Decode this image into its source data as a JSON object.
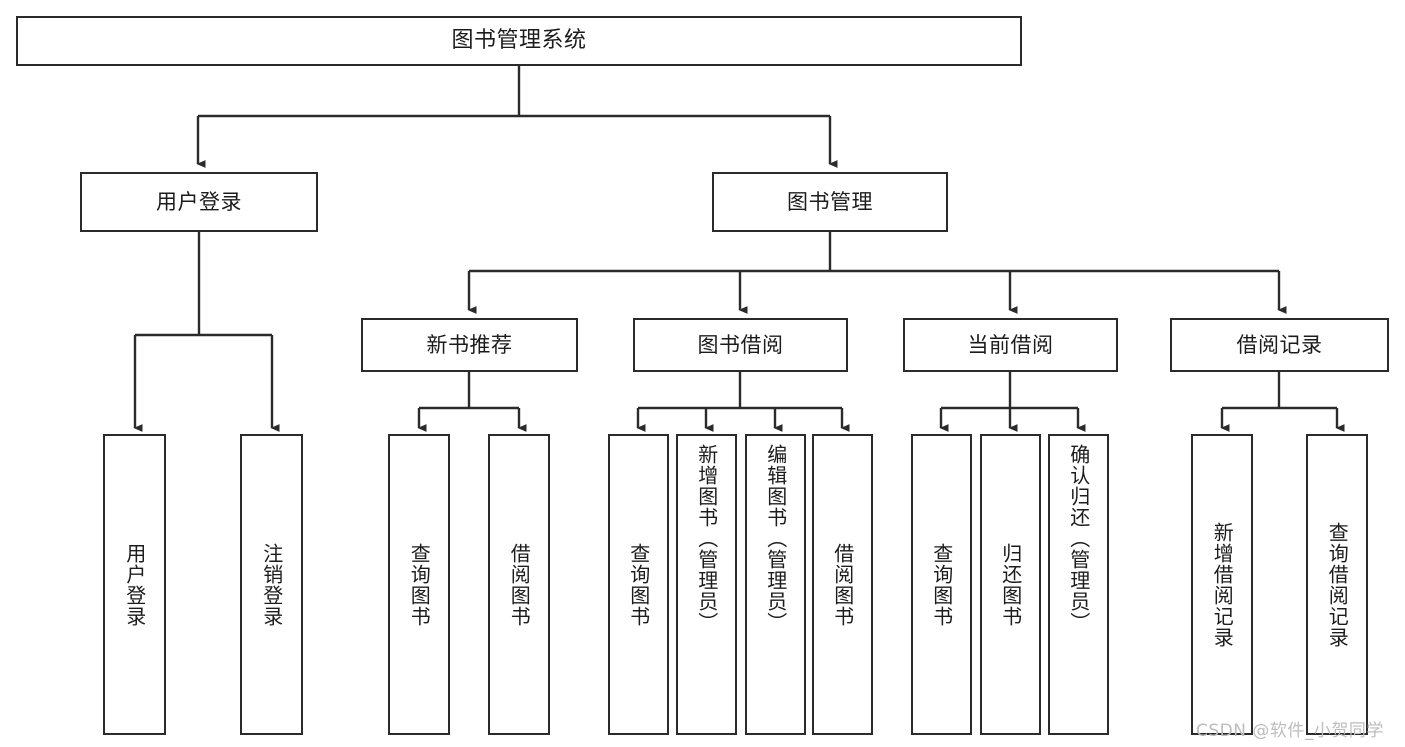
{
  "diagram": {
    "title": "图书管理系统",
    "type": "hierarchy-tree",
    "watermark": "CSDN @软件_小贺同学",
    "colors": {
      "stroke": "#2b2b2b",
      "fill": "#ffffff",
      "text": "#1c1c1c",
      "watermark": "#bdbdbd"
    },
    "nodes": {
      "root": {
        "label": "图书管理系统"
      },
      "level2": [
        {
          "id": "user-login",
          "label": "用户登录"
        },
        {
          "id": "book-manage",
          "label": "图书管理"
        }
      ],
      "level3": [
        {
          "id": "new-book-recommend",
          "label": "新书推荐"
        },
        {
          "id": "book-borrow",
          "label": "图书借阅"
        },
        {
          "id": "current-borrow",
          "label": "当前借阅"
        },
        {
          "id": "borrow-record",
          "label": "借阅记录"
        }
      ],
      "leaves": {
        "user-login": [
          {
            "id": "leaf-user-login",
            "label": "用户登录"
          },
          {
            "id": "leaf-logout-login",
            "label": "注销登录"
          }
        ],
        "new-book-recommend": [
          {
            "id": "leaf-query-book-1",
            "label": "查询图书"
          },
          {
            "id": "leaf-borrow-book-1",
            "label": "借阅图书"
          }
        ],
        "book-borrow": [
          {
            "id": "leaf-query-book-2",
            "label": "查询图书"
          },
          {
            "id": "leaf-add-book",
            "label": "新增图书（管理员）"
          },
          {
            "id": "leaf-edit-book",
            "label": "编辑图书（管理员）"
          },
          {
            "id": "leaf-borrow-book-2",
            "label": "借阅图书"
          }
        ],
        "current-borrow": [
          {
            "id": "leaf-query-book-3",
            "label": "查询图书"
          },
          {
            "id": "leaf-return-book",
            "label": "归还图书"
          },
          {
            "id": "leaf-confirm-return",
            "label": "确认归还（管理员）"
          }
        ],
        "borrow-record": [
          {
            "id": "leaf-add-record",
            "label": "新增借阅记录"
          },
          {
            "id": "leaf-query-record",
            "label": "查询借阅记录"
          }
        ]
      }
    }
  }
}
